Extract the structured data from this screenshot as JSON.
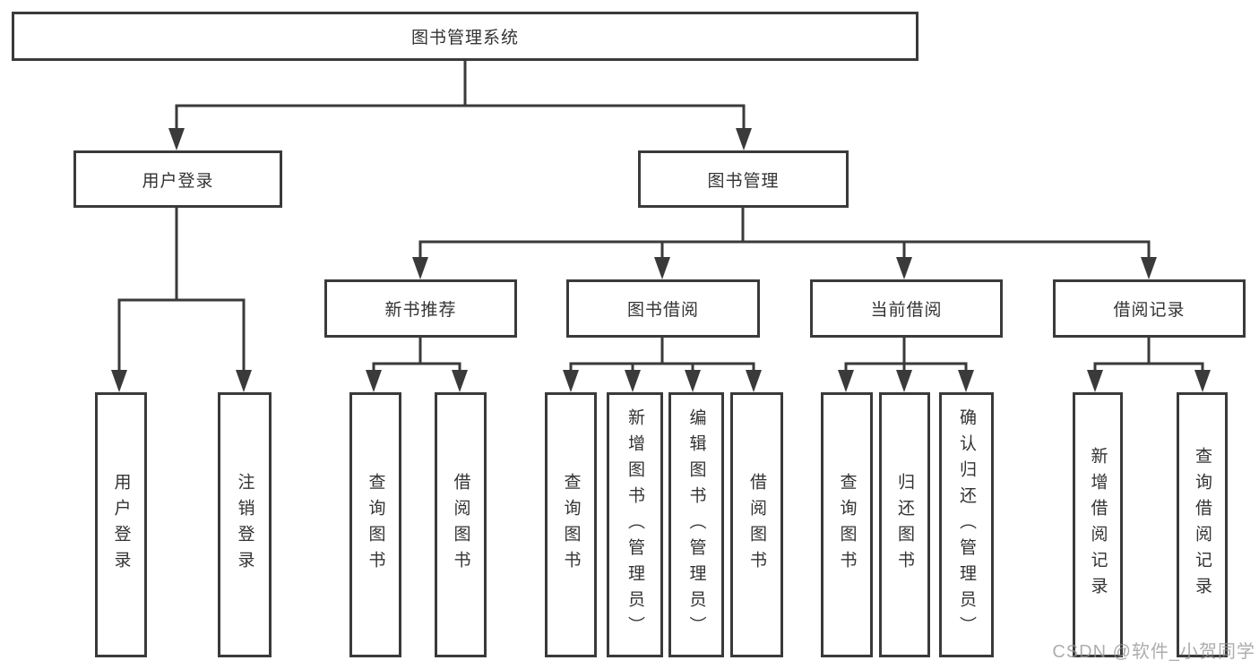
{
  "diagram": {
    "type": "hierarchy-tree",
    "root": {
      "label": "图书管理系统",
      "children": [
        {
          "label": "用户登录",
          "children": [
            {
              "label": "用户登录"
            },
            {
              "label": "注销登录"
            }
          ]
        },
        {
          "label": "图书管理",
          "children": [
            {
              "label": "新书推荐",
              "children": [
                {
                  "label": "查询图书"
                },
                {
                  "label": "借阅图书"
                }
              ]
            },
            {
              "label": "图书借阅",
              "children": [
                {
                  "label": "查询图书"
                },
                {
                  "label": "新增图书（管理员）"
                },
                {
                  "label": "编辑图书（管理员）"
                },
                {
                  "label": "借阅图书"
                }
              ]
            },
            {
              "label": "当前借阅",
              "children": [
                {
                  "label": "查询图书"
                },
                {
                  "label": "归还图书"
                },
                {
                  "label": "确认归还（管理员）"
                }
              ]
            },
            {
              "label": "借阅记录",
              "children": [
                {
                  "label": "新增借阅记录"
                },
                {
                  "label": "查询借阅记录"
                }
              ]
            }
          ]
        }
      ]
    }
  },
  "watermark": "CSDN @软件_小贺同学",
  "colors": {
    "line": "#3a3a3a",
    "text": "#333333",
    "background": "#ffffff",
    "watermark": "#969696"
  }
}
